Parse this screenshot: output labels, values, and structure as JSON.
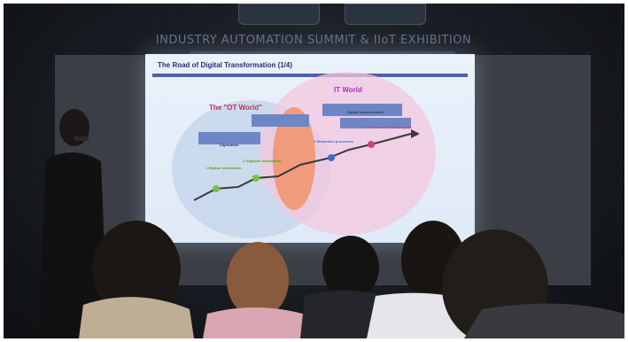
{
  "banner": {
    "title": "INDUSTRY AUTOMATION SUMMIT & IIoT EXHIBITION"
  },
  "slide": {
    "title": "The Road of Digital Transformation (1/4)",
    "ot_world": "The \"OT World\"",
    "it_world": "IT World",
    "digitization": "Digitization",
    "digital_transformation": "Digital transformation",
    "steps": [
      "1 Digitize information",
      "2 Organize information",
      "3 Streamline processes",
      "4 Transform the enterprise"
    ]
  },
  "colors": {
    "slide_bg": "#eaf2fb",
    "ot_circle": "#c9d7ec",
    "it_circle": "#f4c7de",
    "overlap": "#f28b5a",
    "ot_label": "#b3365b",
    "it_label": "#b02fb8"
  }
}
